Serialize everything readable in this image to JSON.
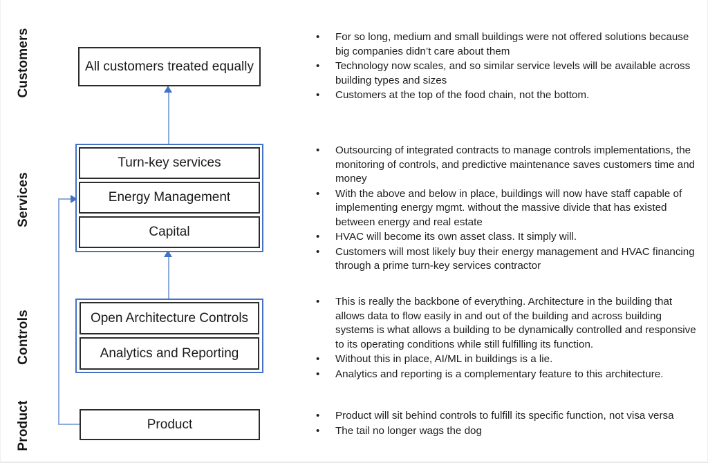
{
  "meta": {
    "bullet_glyph": "•",
    "colors": {
      "box_border": "#2b2b2b",
      "group_border": "#4472c4",
      "connector": "#8faadc",
      "arrow_head": "#4472c4",
      "text": "#1a1a1a",
      "background": "#ffffff"
    }
  },
  "rows": [
    {
      "id": "customers",
      "label": "Customers",
      "boxes": [
        {
          "label": "All customers treated equally"
        }
      ],
      "bullets": [
        "For so long, medium and small buildings were not offered solutions because big companies didn’t care about them",
        "Technology now scales, and so similar service levels will be available across building types and sizes",
        "Customers at the top of the food chain, not the bottom."
      ]
    },
    {
      "id": "services",
      "label": "Services",
      "boxes": [
        {
          "label": "Turn-key services"
        },
        {
          "label": "Energy Management"
        },
        {
          "label": "Capital"
        }
      ],
      "bullets": [
        "Outsourcing of integrated contracts to manage controls implementations, the monitoring of controls, and predictive maintenance saves customers time and money",
        "With the above and below in place, buildings will now have staff capable of implementing energy mgmt. without the massive divide that has existed between energy and real estate",
        "HVAC will become its own asset class. It simply will.",
        "Customers will most likely buy their energy management and HVAC financing through a prime turn-key services contractor"
      ]
    },
    {
      "id": "controls",
      "label": "Controls",
      "boxes": [
        {
          "label": "Open Architecture Controls"
        },
        {
          "label": "Analytics and Reporting"
        }
      ],
      "bullets": [
        "This is really the backbone of everything.  Architecture in the building that allows data to flow easily in and out of the building and across building systems is what allows a building to be dynamically controlled and responsive to its operating conditions while still fulfilling its function.",
        "Without this in place, AI/ML in buildings is a lie.",
        "Analytics and reporting is a complementary feature to this architecture."
      ]
    },
    {
      "id": "product",
      "label": "Product",
      "boxes": [
        {
          "label": "Product"
        }
      ],
      "bullets": [
        " Product will sit behind controls to fulfill its specific function, not visa versa",
        " The tail no longer wags the dog"
      ]
    }
  ],
  "connectors": [
    {
      "name": "services-to-customers",
      "type": "arrow-up"
    },
    {
      "name": "controls-to-services",
      "type": "arrow-up"
    },
    {
      "name": "product-to-services",
      "type": "elbow-arrow-right"
    }
  ]
}
